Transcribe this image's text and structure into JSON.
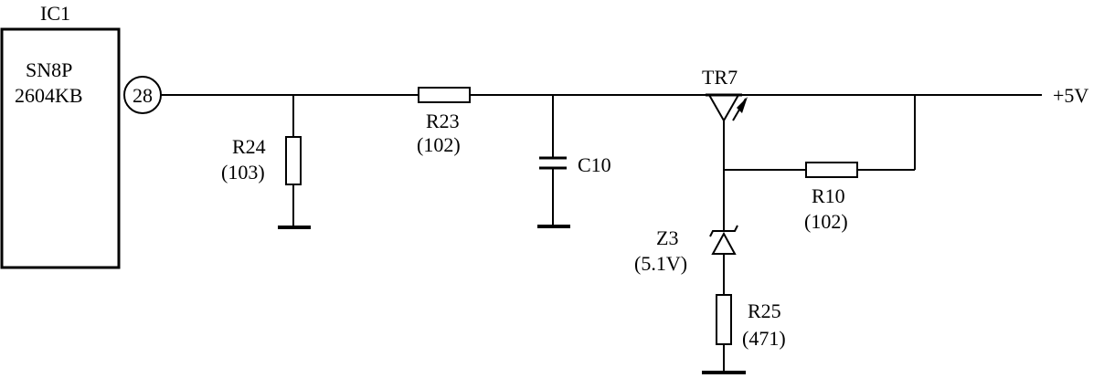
{
  "ic": {
    "ref": "IC1",
    "part_line1": "SN8P",
    "part_line2": "2604KB",
    "pin": "28"
  },
  "r24": {
    "ref": "R24",
    "value": "(103)"
  },
  "r23": {
    "ref": "R23",
    "value": "(102)"
  },
  "c10": {
    "ref": "C10"
  },
  "tr7": {
    "ref": "TR7"
  },
  "supply": {
    "label": "+5V"
  },
  "r10": {
    "ref": "R10",
    "value": "(102)"
  },
  "z3": {
    "ref": "Z3",
    "value": "(5.1V)"
  },
  "r25": {
    "ref": "R25",
    "value": "(471)"
  }
}
